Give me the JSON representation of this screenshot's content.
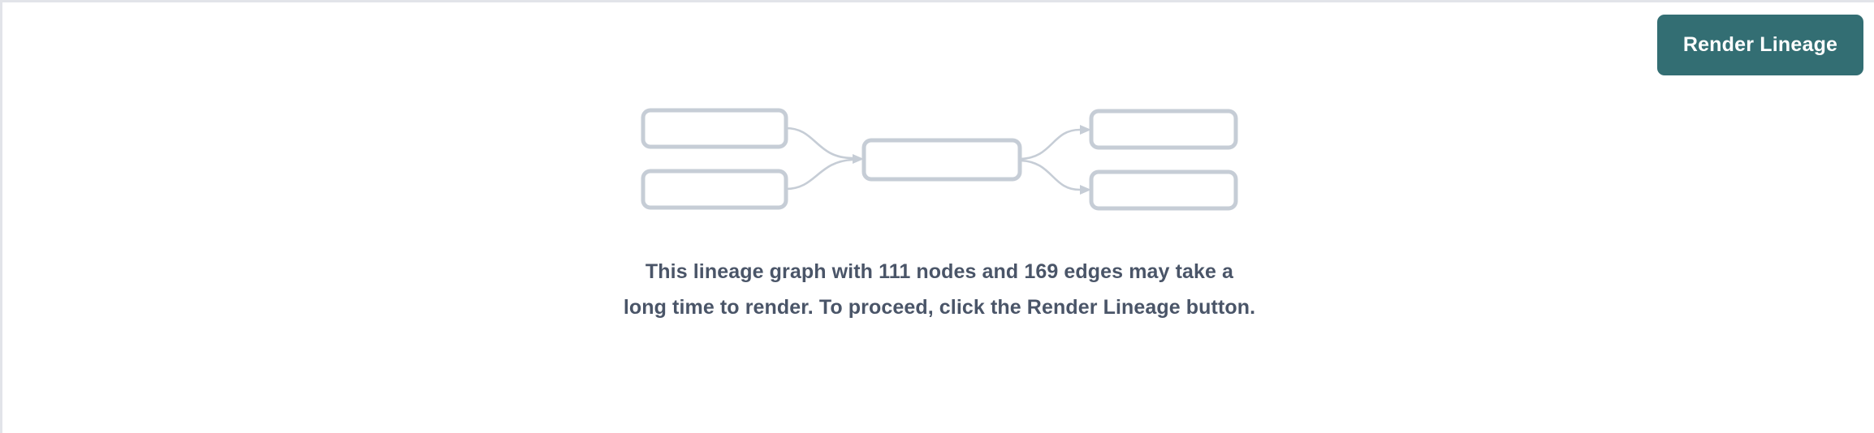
{
  "theme": {
    "accent_teal": "#336e73",
    "node_border": "#c6cdd6",
    "text_color": "#4a5568",
    "page_border": "#e2e4e9",
    "background": "#ffffff"
  },
  "toolbar": {
    "render_lineage_label": "Render Lineage"
  },
  "placeholder": {
    "warning_message": "This lineage graph with 111 nodes and 169 edges may take a long time to render. To proceed, click the Render Lineage button.",
    "node_count": 111,
    "edge_count": 169
  },
  "graph_preview": {
    "icon_name": "lineage-graph-icon",
    "nodes": [
      {
        "id": "source-1",
        "column": "left",
        "row": "top"
      },
      {
        "id": "source-2",
        "column": "left",
        "row": "bottom"
      },
      {
        "id": "center-1",
        "column": "center",
        "row": "middle"
      },
      {
        "id": "target-1",
        "column": "right",
        "row": "top"
      },
      {
        "id": "target-2",
        "column": "right",
        "row": "bottom"
      }
    ],
    "edges": [
      {
        "from": "source-1",
        "to": "center-1"
      },
      {
        "from": "source-2",
        "to": "center-1"
      },
      {
        "from": "center-1",
        "to": "target-1"
      },
      {
        "from": "center-1",
        "to": "target-2"
      }
    ]
  }
}
